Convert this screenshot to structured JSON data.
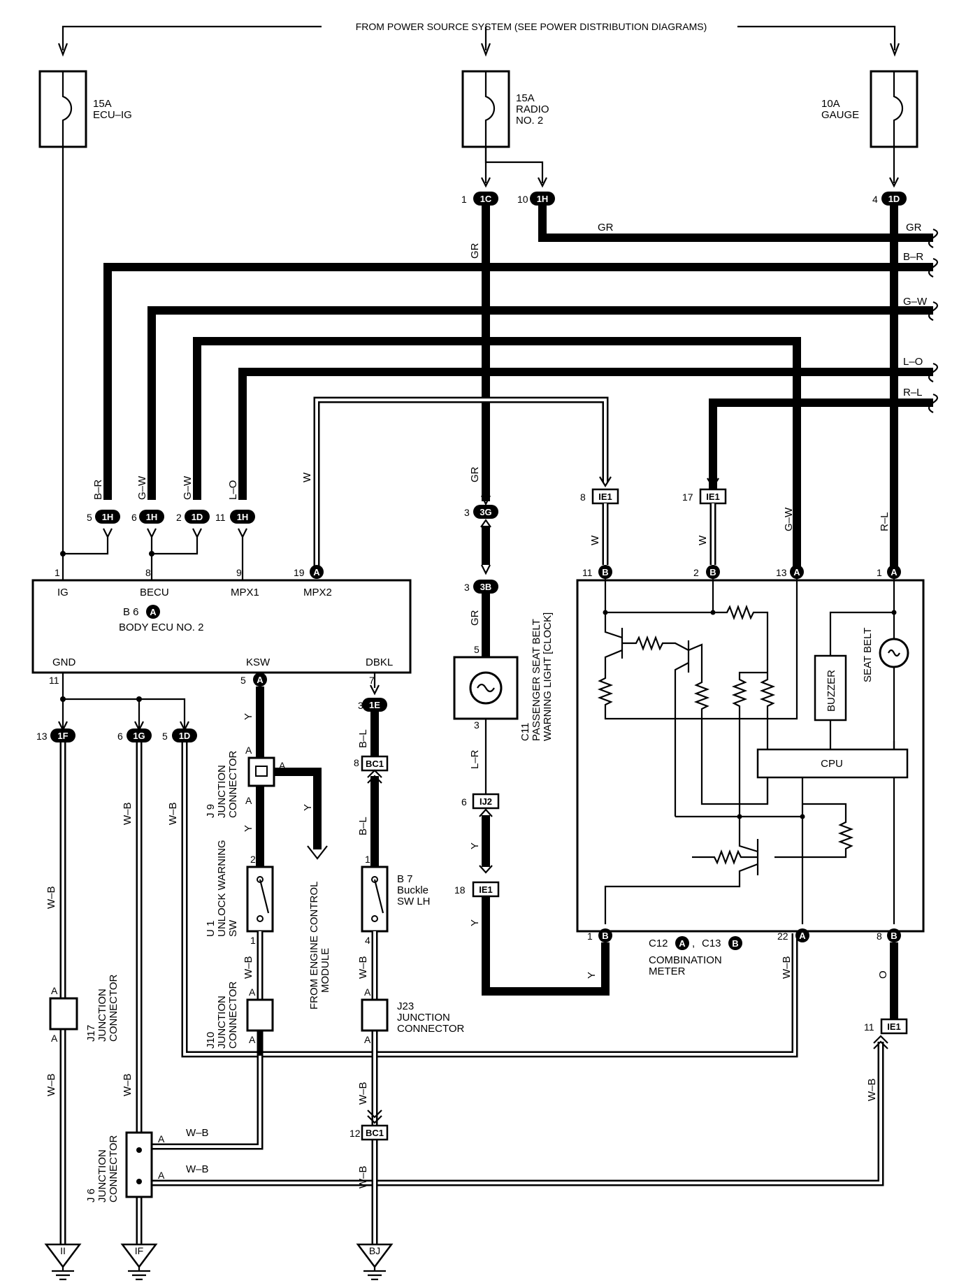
{
  "source_note": "FROM POWER SOURCE SYSTEM (SEE POWER DISTRIBUTION DIAGRAMS)",
  "fuses": {
    "ecu_ig": {
      "rating": "15A",
      "name": "ECU–IG"
    },
    "radio2": {
      "rating": "15A",
      "name1": "RADIO",
      "name2": "NO. 2"
    },
    "gauge": {
      "rating": "10A",
      "name": "GAUGE"
    }
  },
  "wire_colors": {
    "GR": "GR",
    "BR": "B–R",
    "GW": "G–W",
    "LO": "L–O",
    "RL": "R–L",
    "W": "W",
    "Y": "Y",
    "BL": "B–L",
    "LR": "L–R",
    "WB": "W–B",
    "O": "O"
  },
  "connectors": {
    "c1C": {
      "pin": "1",
      "id": "1C"
    },
    "c1H10": {
      "pin": "10",
      "id": "1H"
    },
    "c1D4": {
      "pin": "4",
      "id": "1D"
    },
    "c1H5": {
      "pin": "5",
      "id": "1H"
    },
    "c1H6": {
      "pin": "6",
      "id": "1H"
    },
    "c1D2": {
      "pin": "2",
      "id": "1D"
    },
    "c1H11": {
      "pin": "11",
      "id": "1H"
    },
    "cA19": {
      "pin": "19",
      "id": "A"
    },
    "c3G": {
      "pin": "3",
      "id": "3G"
    },
    "c3B": {
      "pin": "3",
      "id": "3B"
    },
    "cIE1_8": {
      "pin": "8",
      "id": "IE1"
    },
    "cIE1_17": {
      "pin": "17",
      "id": "IE1"
    },
    "cB11": {
      "pin": "11",
      "id": "B"
    },
    "cB2": {
      "pin": "2",
      "id": "B"
    },
    "cA13": {
      "pin": "13",
      "id": "A"
    },
    "cA1": {
      "pin": "1",
      "id": "A"
    },
    "cA5": {
      "pin": "5",
      "id": "A"
    },
    "c1E3": {
      "pin": "3",
      "id": "1E"
    },
    "c1F13": {
      "pin": "13",
      "id": "1F"
    },
    "c1G6": {
      "pin": "6",
      "id": "1G"
    },
    "c1D5": {
      "pin": "5",
      "id": "1D"
    },
    "cBC1_8": {
      "pin": "8",
      "id": "BC1"
    },
    "cIJ2": {
      "pin": "6",
      "id": "IJ2"
    },
    "cIE1_18": {
      "pin": "18",
      "id": "IE1"
    },
    "cB1": {
      "pin": "1",
      "id": "B"
    },
    "cA22": {
      "pin": "22",
      "id": "A"
    },
    "cB8": {
      "pin": "8",
      "id": "B"
    },
    "cIE1_11": {
      "pin": "11",
      "id": "IE1"
    },
    "cBC1_12": {
      "pin": "12",
      "id": "BC1"
    }
  },
  "body_ecu": {
    "name": "BODY ECU NO. 2",
    "code": "B 6",
    "code_circle": "A",
    "pins": {
      "ig": {
        "num": "1",
        "label": "IG"
      },
      "becu": {
        "num": "8",
        "label": "BECU"
      },
      "mpx1": {
        "num": "9",
        "label": "MPX1"
      },
      "mpx2": {
        "label": "MPX2"
      },
      "gnd": {
        "num": "11",
        "label": "GND"
      },
      "ksw": {
        "label": "KSW"
      },
      "dbkl": {
        "num": "7",
        "label": "DBKL"
      }
    }
  },
  "combo_meter": {
    "code_a": "C12",
    "circle_a": "A",
    "code_b": "C13",
    "circle_b": "B",
    "name1": "COMBINATION",
    "name2": "METER",
    "cpu": "CPU",
    "buzzer": "BUZZER",
    "seat_belt": "SEAT BELT"
  },
  "c11": {
    "code": "C11",
    "line1": "PASSENGER SEAT BELT",
    "line2": "WARNING LIGHT [CLOCK]",
    "pin_top": "5",
    "pin_bottom": "3"
  },
  "j9": {
    "code": "J 9",
    "line1": "JUNCTION",
    "line2": "CONNECTOR",
    "pin": "A"
  },
  "u1": {
    "code": "U 1",
    "line1": "UNLOCK WARNING",
    "line2": "SW",
    "pin_top": "2",
    "pin_bottom": "1"
  },
  "b7": {
    "code": "B 7",
    "line1": "Buckle",
    "line2": "SW LH",
    "pin_top": "1",
    "pin_bottom": "4"
  },
  "j10": {
    "code": "J10",
    "line1": "JUNCTION",
    "line2": "CONNECTOR",
    "pin": "A"
  },
  "j17": {
    "code": "J17",
    "line1": "JUNCTION",
    "line2": "CONNECTOR",
    "pin": "A"
  },
  "j23": {
    "code": "J23",
    "line1": "JUNCTION",
    "line2": "CONNECTOR",
    "pin": "A"
  },
  "j6": {
    "code": "J 6",
    "line1": "JUNCTION",
    "line2": "CONNECTOR",
    "pin": "A"
  },
  "ecm": {
    "line1": "FROM ENGINE CONTROL",
    "line2": "MODULE"
  },
  "grounds": {
    "g1": "II",
    "g2": "IF",
    "g3": "BJ"
  }
}
